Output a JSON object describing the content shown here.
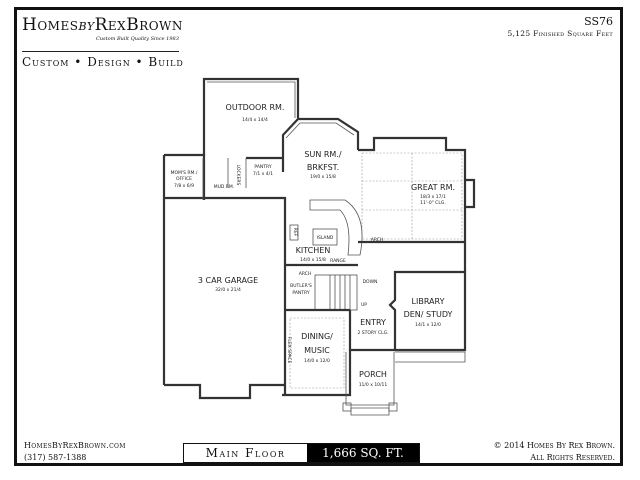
{
  "brand": {
    "name_left": "Homes",
    "name_by": "by",
    "name_right": "RexBrown",
    "tagline": "Custom Built Quality Since 1983",
    "motto": "Custom • Design • Build"
  },
  "plan": {
    "id": "SS76",
    "finished_sqft": "5,125 Finished Square Feet"
  },
  "rooms": {
    "outdoor": {
      "name": "OUTDOOR RM.",
      "dims": "14/4 x 14/4"
    },
    "sun": {
      "name1": "SUN RM./",
      "name2": "BRKFST.",
      "dims": "19/0 x 15/8"
    },
    "great": {
      "name": "GREAT RM.",
      "dims": "18/3 x 17/1",
      "ceiling": "11'-0\" CLG."
    },
    "moms": {
      "name1": "MOM'S RM./",
      "name2": "OFFICE",
      "dims": "7/8 x 6/9"
    },
    "pantry": {
      "name": "PANTRY",
      "dims": "7/1 x 4/1"
    },
    "mud": {
      "name": "MUD RM."
    },
    "lockers": "LOCKERS",
    "island": "ISLAND",
    "kitchen": {
      "name": "KITCHEN",
      "dims": "14/0 x 15/8"
    },
    "range": "RANGE",
    "garage": {
      "name": "3 CAR GARAGE",
      "dims": "32/0 x 21/4"
    },
    "butlers": {
      "name1": "BUTLER'S",
      "name2": "PANTRY"
    },
    "dining": {
      "name1": "DINING/",
      "name2": "MUSIC",
      "dims": "14/0 x 12/0"
    },
    "entry": {
      "name": "ENTRY",
      "ceiling": "2 STORY CLG."
    },
    "library": {
      "name1": "LIBRARY",
      "name2": "DEN/ STUDY",
      "dims": "14/1 x 12/0"
    },
    "porch": {
      "name": "PORCH",
      "dims": "11/0 x 10/11"
    },
    "arch": "ARCH",
    "down": "DOWN",
    "up": "UP",
    "ref": "REF",
    "flex_space": "FLEX SPACE"
  },
  "footer": {
    "website": "HomesByRexBrown.com",
    "phone": "(317) 587-1388",
    "floor_name": "Main Floor",
    "floor_sqft": "1,666 SQ. FT.",
    "copyright": "© 2014 Homes By Rex Brown.",
    "rights": "All Rights Reserved."
  }
}
